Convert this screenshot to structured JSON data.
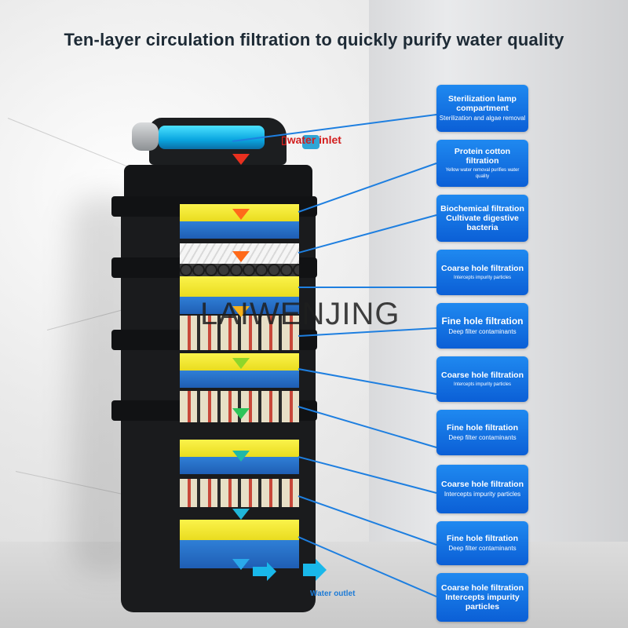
{
  "title": "Ten-layer circulation filtration to quickly purify water quality",
  "inlet_label": "▯water inlet",
  "outlet_label": "Water outlet",
  "watermark": "LAIWENJING",
  "colors": {
    "callout": "#0b5fd6",
    "callout_line": "#1e7fe0",
    "inlet": "#d21e1e",
    "outlet": "#1d7bd6",
    "lamp": "#0aa6e0",
    "yellow_media": "#fbf34b",
    "blue_media": "#1f5eb4"
  },
  "callouts": [
    {
      "heading": "Sterilization lamp compartment",
      "sub": "Sterilization and algae removal"
    },
    {
      "heading": "Protein cotton filtration",
      "sub": "Yellow water removal purifies water quality"
    },
    {
      "heading": "Biochemical filtration",
      "sub": "Cultivate digestive bacteria"
    },
    {
      "heading": "Coarse hole filtration",
      "sub": "Intercepts impurity particles"
    },
    {
      "heading": "Fine hole filtration",
      "sub": "Deep filter contaminants"
    },
    {
      "heading": "Coarse hole filtration",
      "sub": "Intercepts impurity particles"
    },
    {
      "heading": "Fine hole filtration",
      "sub": "Deep filter contaminants"
    },
    {
      "heading": "Coarse hole filtration",
      "sub": "Intercepts impurity particles"
    },
    {
      "heading": "Fine hole filtration",
      "sub": "Deep filter contaminants"
    },
    {
      "heading": "Coarse hole filtration",
      "sub": "Intercepts impurity particles"
    }
  ]
}
